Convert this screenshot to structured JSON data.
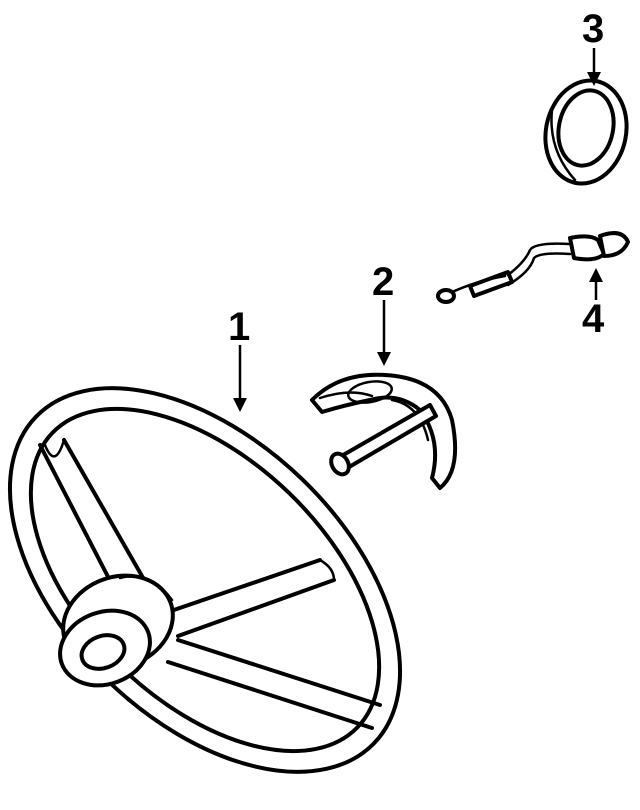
{
  "diagram": {
    "callouts": [
      {
        "id": "1",
        "label": "1"
      },
      {
        "id": "2",
        "label": "2"
      },
      {
        "id": "3",
        "label": "3"
      },
      {
        "id": "4",
        "label": "4"
      }
    ],
    "colors": {
      "ink": "#000000",
      "background": "#ffffff"
    }
  }
}
